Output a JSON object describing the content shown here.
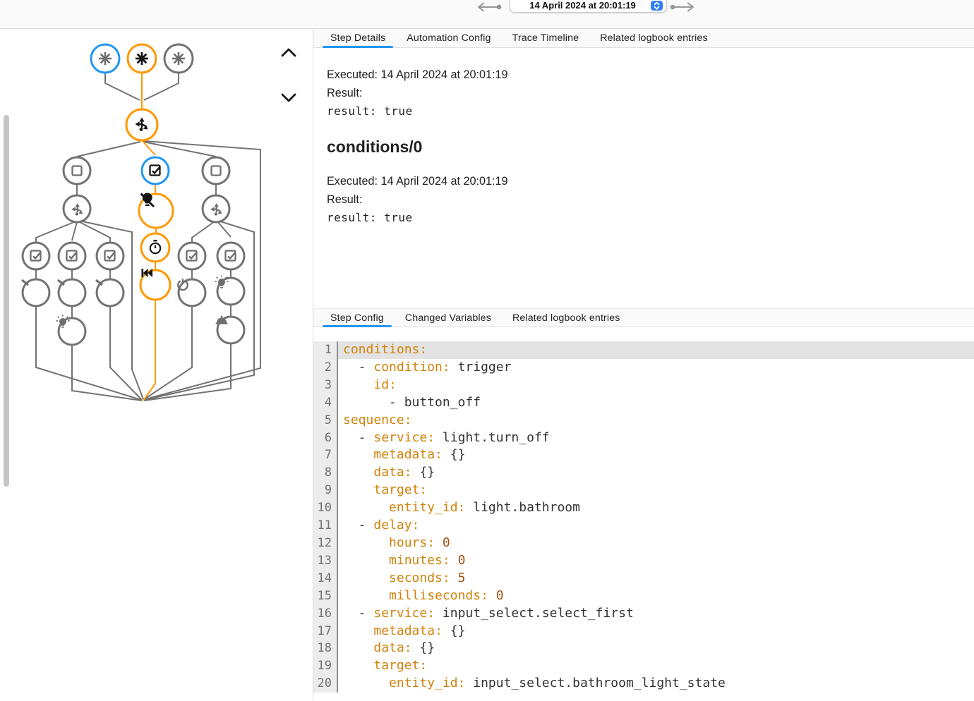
{
  "topbar": {
    "trace_selector_value": "14 April 2024 at 20:01:19"
  },
  "main_tabs": {
    "step_details": "Step Details",
    "automation_config": "Automation Config",
    "trace_timeline": "Trace Timeline",
    "related_logbook": "Related logbook entries"
  },
  "step_details": {
    "executed": "Executed: 14 April 2024 at 20:01:19",
    "result_label": "Result:",
    "result_value": "result: true",
    "heading": "conditions/0",
    "executed2": "Executed: 14 April 2024 at 20:01:19",
    "result_label2": "Result:",
    "result_value2": "result: true"
  },
  "config_tabs": {
    "step_config": "Step Config",
    "changed_variables": "Changed Variables",
    "related_logbook": "Related logbook entries"
  },
  "colors": {
    "accent_blue": "#2196f3",
    "active_path_orange": "#ff9800",
    "node_gray": "#737373",
    "yaml_key": "#d0820a",
    "yaml_number": "#a4510f"
  },
  "graph_icons": [
    "asterisk-icon",
    "arrow-decision-icon",
    "checkbox-marked-icon",
    "checkbox-blank-icon",
    "call-split-icon",
    "lightbulb-off-icon",
    "timer-icon",
    "skip-backward-icon",
    "power-icon",
    "lightbulb-on-icon",
    "dome-light-icon"
  ],
  "code": {
    "lines": [
      {
        "n": "1",
        "active": true,
        "tokens": [
          [
            "k",
            "conditions:"
          ]
        ]
      },
      {
        "n": "2",
        "tokens": [
          [
            "v",
            "  - "
          ],
          [
            "k",
            "condition:"
          ],
          [
            "v",
            " trigger"
          ]
        ]
      },
      {
        "n": "3",
        "tokens": [
          [
            "v",
            "    "
          ],
          [
            "k",
            "id:"
          ]
        ]
      },
      {
        "n": "4",
        "tokens": [
          [
            "v",
            "      - button_off"
          ]
        ]
      },
      {
        "n": "5",
        "tokens": [
          [
            "k",
            "sequence:"
          ]
        ]
      },
      {
        "n": "6",
        "tokens": [
          [
            "v",
            "  - "
          ],
          [
            "k",
            "service:"
          ],
          [
            "v",
            " light.turn_off"
          ]
        ]
      },
      {
        "n": "7",
        "tokens": [
          [
            "v",
            "    "
          ],
          [
            "k",
            "metadata:"
          ],
          [
            "v",
            " {}"
          ]
        ]
      },
      {
        "n": "8",
        "tokens": [
          [
            "v",
            "    "
          ],
          [
            "k",
            "data:"
          ],
          [
            "v",
            " {}"
          ]
        ]
      },
      {
        "n": "9",
        "tokens": [
          [
            "v",
            "    "
          ],
          [
            "k",
            "target:"
          ]
        ]
      },
      {
        "n": "10",
        "tokens": [
          [
            "v",
            "      "
          ],
          [
            "k",
            "entity_id:"
          ],
          [
            "v",
            " light.bathroom"
          ]
        ]
      },
      {
        "n": "11",
        "tokens": [
          [
            "v",
            "  - "
          ],
          [
            "k",
            "delay:"
          ]
        ]
      },
      {
        "n": "12",
        "tokens": [
          [
            "v",
            "      "
          ],
          [
            "k",
            "hours:"
          ],
          [
            "n",
            " 0"
          ]
        ]
      },
      {
        "n": "13",
        "tokens": [
          [
            "v",
            "      "
          ],
          [
            "k",
            "minutes:"
          ],
          [
            "n",
            " 0"
          ]
        ]
      },
      {
        "n": "14",
        "tokens": [
          [
            "v",
            "      "
          ],
          [
            "k",
            "seconds:"
          ],
          [
            "n",
            " 5"
          ]
        ]
      },
      {
        "n": "15",
        "tokens": [
          [
            "v",
            "      "
          ],
          [
            "k",
            "milliseconds:"
          ],
          [
            "n",
            " 0"
          ]
        ]
      },
      {
        "n": "16",
        "tokens": [
          [
            "v",
            "  - "
          ],
          [
            "k",
            "service:"
          ],
          [
            "v",
            " input_select.select_first"
          ]
        ]
      },
      {
        "n": "17",
        "tokens": [
          [
            "v",
            "    "
          ],
          [
            "k",
            "metadata:"
          ],
          [
            "v",
            " {}"
          ]
        ]
      },
      {
        "n": "18",
        "tokens": [
          [
            "v",
            "    "
          ],
          [
            "k",
            "data:"
          ],
          [
            "v",
            " {}"
          ]
        ]
      },
      {
        "n": "19",
        "tokens": [
          [
            "v",
            "    "
          ],
          [
            "k",
            "target:"
          ]
        ]
      },
      {
        "n": "20",
        "tokens": [
          [
            "v",
            "      "
          ],
          [
            "k",
            "entity_id:"
          ],
          [
            "v",
            " input_select.bathroom_light_state"
          ]
        ]
      }
    ]
  }
}
